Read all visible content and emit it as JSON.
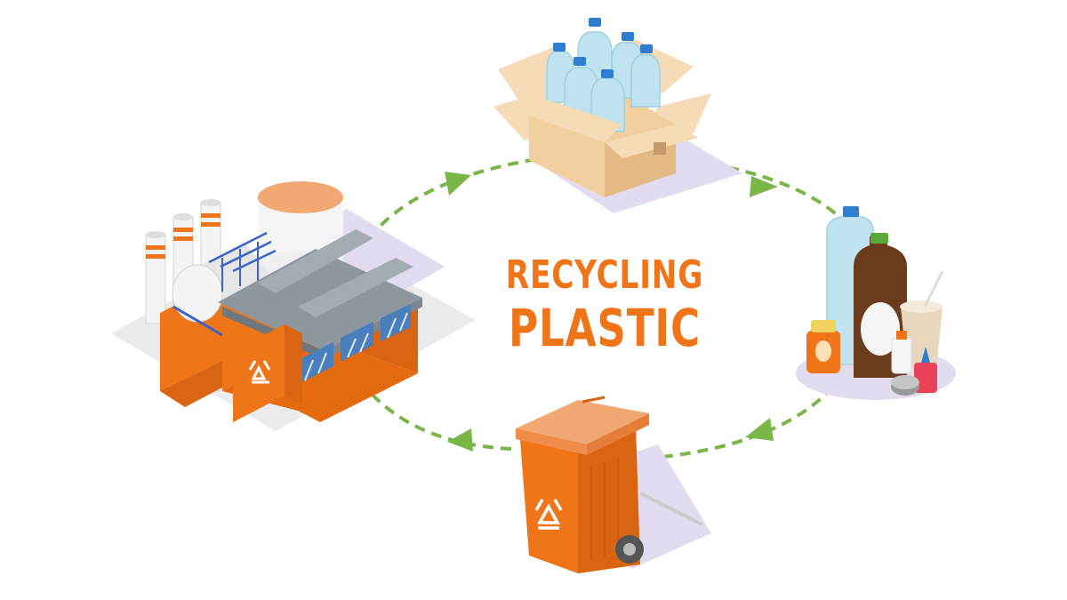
{
  "title": {
    "line1": "RECYCLING",
    "line2": "PLASTIC"
  },
  "colors": {
    "accent_orange": "#f07418",
    "arrow_green": "#7ab648",
    "box_cardboard": "#f1cf9f",
    "roof_gray": "#8d979d",
    "shadow_lavender": "#e3dcf0"
  },
  "cycle": {
    "direction": "clockwise",
    "stages": [
      "collected-plastic-bottles-box-icon",
      "plastic-products-icon",
      "recycling-bin-icon",
      "recycling-factory-icon"
    ]
  }
}
